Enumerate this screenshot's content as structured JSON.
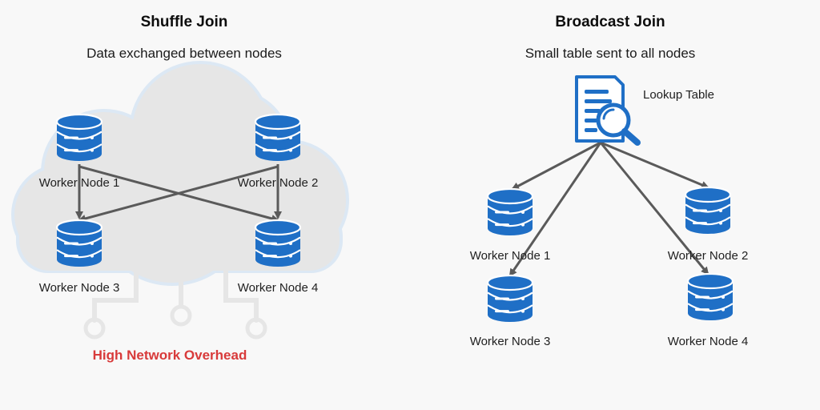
{
  "colors": {
    "db_blue": "#1f6fc6",
    "db_dark": "#0e4a8f",
    "arrow": "#5a5a5a",
    "cloud": "#e6e6e6",
    "cloud_outline": "#dce8f4",
    "warning": "#d83a3a"
  },
  "shuffle": {
    "title": "Shuffle Join",
    "subtitle": "Data exchanged between nodes",
    "nodes": [
      "Worker Node 1",
      "Worker Node 2",
      "Worker Node 3",
      "Worker Node 4"
    ],
    "overhead_label": "High Network Overhead",
    "node_icon": "database-icon",
    "background_icon": "cloud-icon"
  },
  "broadcast": {
    "title": "Broadcast Join",
    "subtitle": "Small table sent to all nodes",
    "lookup_label": "Lookup Table",
    "lookup_icon": "document-search-icon",
    "nodes": [
      "Worker Node 1",
      "Worker Node 2",
      "Worker Node 3",
      "Worker Node 4"
    ],
    "node_icon": "database-icon"
  }
}
